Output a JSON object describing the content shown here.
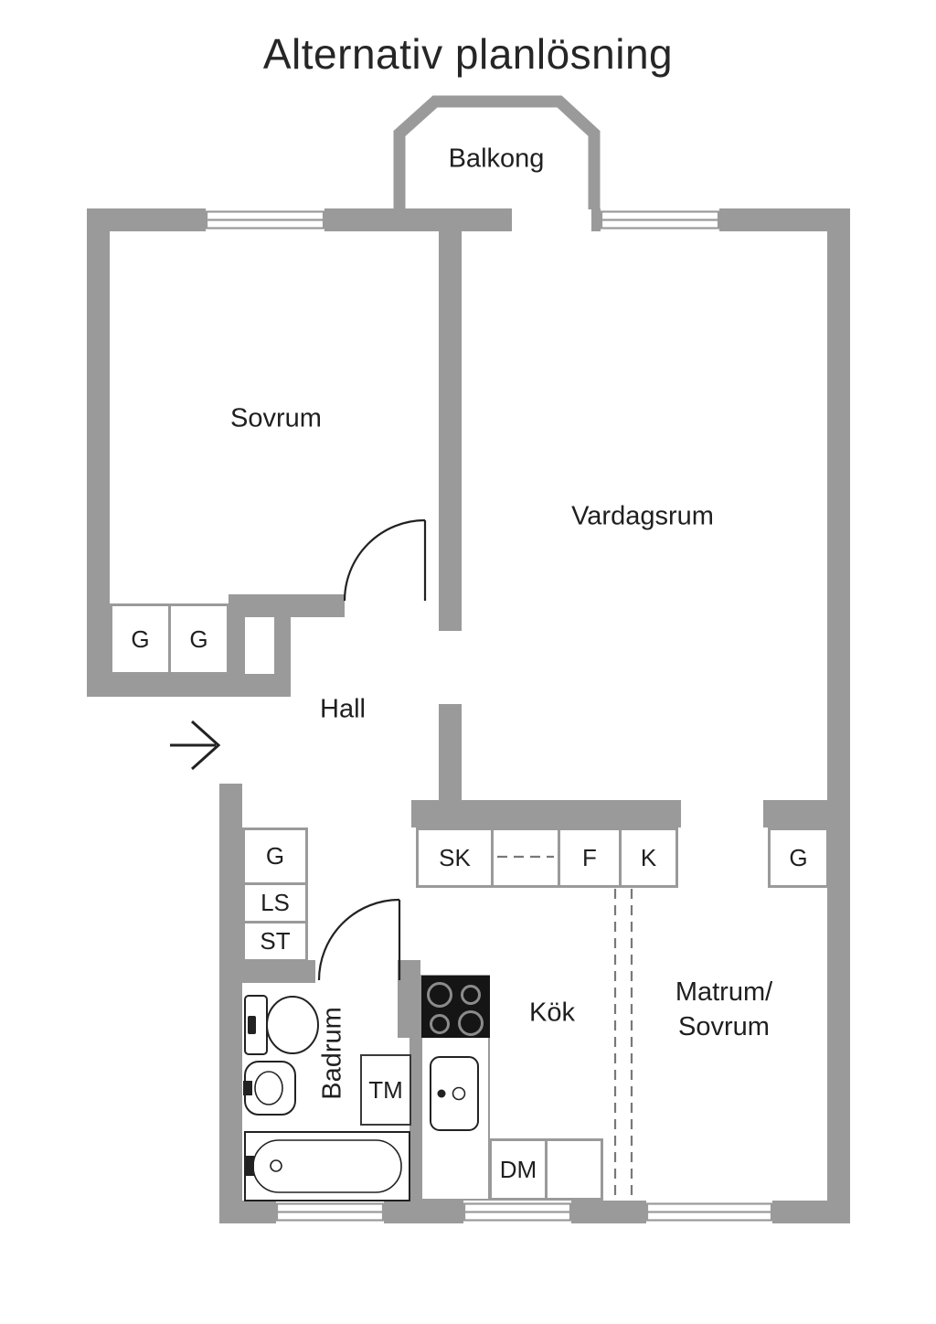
{
  "title": "Alternativ planlösning",
  "colors": {
    "wall": "#9a9a9a",
    "ink": "#1f1f1f",
    "line": "#222222",
    "bg": "#ffffff"
  },
  "labels": {
    "balkong": "Balkong",
    "sovrum": "Sovrum",
    "vardagsrum": "Vardagsrum",
    "hall": "Hall",
    "kok": "Kök",
    "matrum_line1": "Matrum/",
    "matrum_line2": "Sovrum",
    "badrum": "Badrum"
  },
  "cabinets": {
    "g1": "G",
    "g2": "G",
    "hall_g": "G",
    "ls": "LS",
    "st": "ST",
    "sk": "SK",
    "f": "F",
    "k": "K",
    "g_right": "G",
    "tm": "TM",
    "dm": "DM"
  }
}
